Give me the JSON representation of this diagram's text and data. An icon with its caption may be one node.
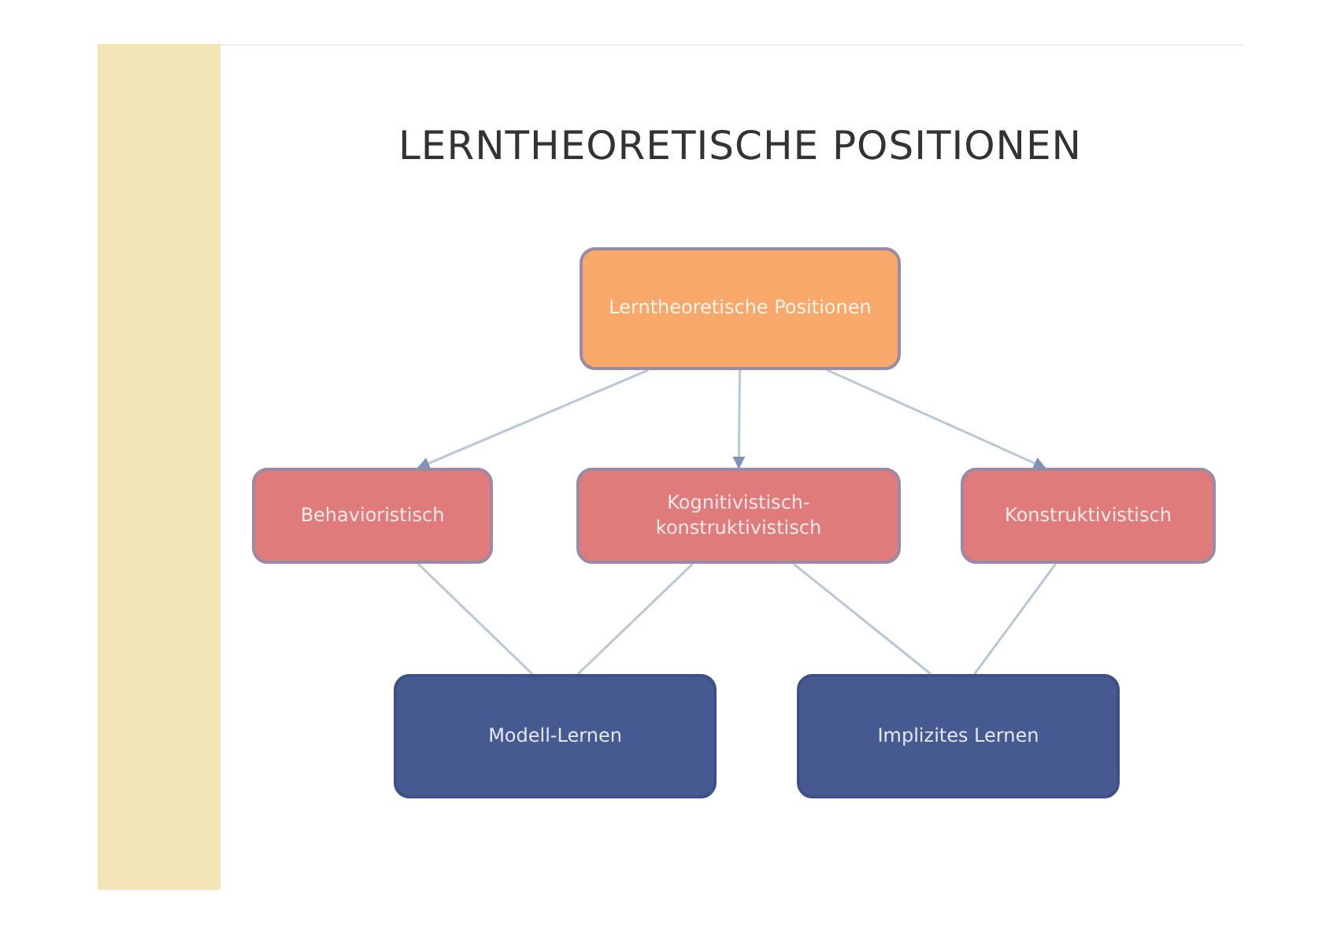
{
  "diagram": {
    "title": "LERNTHEORETISCHE POSITIONEN",
    "nodes": [
      {
        "text": [
          "Lerntheoretische Positionen"
        ]
      },
      {
        "text": [
          "Behavioristisch"
        ]
      },
      {
        "text": [
          "Kognitivistisch-konstruktivistisch"
        ]
      },
      {
        "text": [
          "Konstruktivistisch"
        ]
      },
      {
        "text": [
          "Modell-Lernen"
        ]
      },
      {
        "text": [
          "Implizites Lernen"
        ]
      }
    ],
    "edges": [
      {
        "from": 0,
        "to": 1,
        "arrow": "to"
      },
      {
        "from": 0,
        "to": 2,
        "arrow": "to"
      },
      {
        "from": 0,
        "to": 3,
        "arrow": "to"
      },
      {
        "from": 1,
        "to": 4,
        "arrow": "none"
      },
      {
        "from": 2,
        "to": 4,
        "arrow": "none"
      },
      {
        "from": 2,
        "to": 5,
        "arrow": "none"
      },
      {
        "from": 3,
        "to": 5,
        "arrow": "none"
      }
    ]
  }
}
